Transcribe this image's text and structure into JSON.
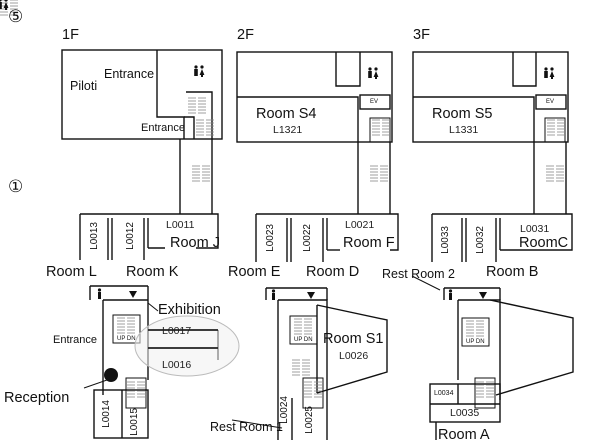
{
  "building_markers": {
    "upper": "⑤",
    "lower": "①"
  },
  "floors": [
    {
      "name": "1F",
      "labels": {
        "piloti": "Piloti",
        "entrance_top": "Entrance",
        "entrance_mid": "Entrance"
      }
    },
    {
      "name": "2F",
      "room": "Room S4",
      "code": "L1321",
      "ev": "EV"
    },
    {
      "name": "3F",
      "room": "Room S5",
      "code": "L1331",
      "ev": "EV"
    }
  ],
  "ground": {
    "left": {
      "codes": {
        "l0011": "L0011",
        "l0013": "L0013",
        "l0012": "L0012",
        "l0017": "L0017",
        "l0016": "L0016",
        "l0014": "L0014",
        "l0015": "L0015"
      },
      "rooms": {
        "room_j": "Room J",
        "room_l": "Room L",
        "room_k": "Room K"
      },
      "exhibition": "Exhibition",
      "entrance": "Entrance",
      "reception": "Reception"
    },
    "middle": {
      "codes": {
        "l0021": "L0021",
        "l0023": "L0023",
        "l0022": "L0022",
        "l0026": "L0026",
        "l0024": "L0024",
        "l0025": "L0025"
      },
      "rooms": {
        "room_f": "Room F",
        "room_e": "Room E",
        "room_d": "Room D",
        "room_s1": "Room S1"
      },
      "rest_room_1": "Rest Room 1"
    },
    "right": {
      "codes": {
        "l0031": "L0031",
        "l0033": "L0033",
        "l0032": "L0032",
        "l0034": "L0034",
        "l0035": "L0035"
      },
      "rooms": {
        "room_c": "RoomC",
        "room_b": "Room B",
        "room_a": "Room A"
      },
      "rest_room_2": "Rest Room 2"
    }
  },
  "stair_text": {
    "up_dn": "UP DN"
  },
  "colors": {
    "line": "#111111",
    "hatch": "#888888",
    "exhibition_fill": "#f1f1f1",
    "exhibition_stroke": "#bbbbbb",
    "reception_dot": "#111111"
  },
  "icons": [
    "restroom-icon",
    "stairs-icon",
    "elevator-icon",
    "down-arrow-icon",
    "reception-dot-icon"
  ]
}
